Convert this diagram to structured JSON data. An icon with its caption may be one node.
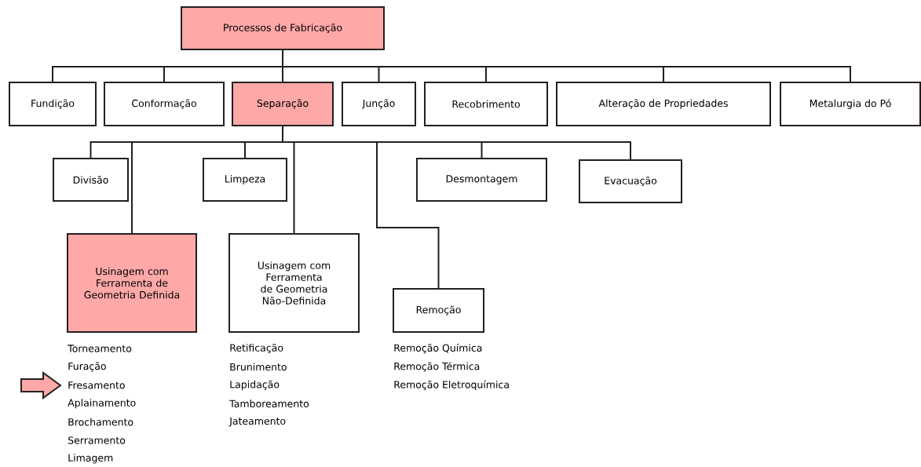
{
  "diagram": {
    "nodes": [
      {
        "text": [
          "Processos de Fabricação"
        ]
      },
      {
        "text": [
          "Fundição"
        ]
      },
      {
        "text": [
          "Conformação"
        ]
      },
      {
        "text": [
          "Separação"
        ]
      },
      {
        "text": [
          "Junção"
        ]
      },
      {
        "text": [
          "Recobrimento"
        ]
      },
      {
        "text": [
          "Alteração de Propriedades"
        ]
      },
      {
        "text": [
          "Metalurgia do Pó"
        ]
      },
      {
        "text": [
          "Divisão"
        ]
      },
      {
        "text": [
          "Limpeza"
        ]
      },
      {
        "text": [
          "Desmontagem"
        ]
      },
      {
        "text": [
          "Evacuação"
        ]
      },
      {
        "text": [
          "Usinagem com Ferramenta de Geometria Definida"
        ],
        "beside": [
          "Torneamento",
          "Furação",
          "Fresamento",
          "Aplainamento",
          "Brochamento",
          "Serramento",
          "Limagem"
        ]
      },
      {
        "text": [
          "Usinagem com Ferramenta de Geometria Não-Definida"
        ],
        "beside": [
          "Retificação",
          "Brunimento",
          "Lapidação",
          "Tamboreamento",
          "Jateamento"
        ]
      },
      {
        "text": [
          "Remoção"
        ],
        "beside": [
          "Remoção Química",
          "Remoção Térmica",
          "Remoção Eletroquímica"
        ]
      }
    ],
    "edges": [
      {
        "from": 0,
        "to": 1,
        "arrow": "none"
      },
      {
        "from": 0,
        "to": 2,
        "arrow": "none"
      },
      {
        "from": 0,
        "to": 3,
        "arrow": "none"
      },
      {
        "from": 0,
        "to": 4,
        "arrow": "none"
      },
      {
        "from": 0,
        "to": 5,
        "arrow": "none"
      },
      {
        "from": 0,
        "to": 6,
        "arrow": "none"
      },
      {
        "from": 0,
        "to": 7,
        "arrow": "none"
      },
      {
        "from": 3,
        "to": 8,
        "arrow": "none"
      },
      {
        "from": 3,
        "to": 9,
        "arrow": "none"
      },
      {
        "from": 3,
        "to": 10,
        "arrow": "none"
      },
      {
        "from": 3,
        "to": 11,
        "arrow": "none"
      },
      {
        "from": 3,
        "to": 12,
        "arrow": "none"
      },
      {
        "from": 3,
        "to": 13,
        "arrow": "none"
      },
      {
        "from": 3,
        "to": 14,
        "arrow": "none"
      }
    ]
  }
}
